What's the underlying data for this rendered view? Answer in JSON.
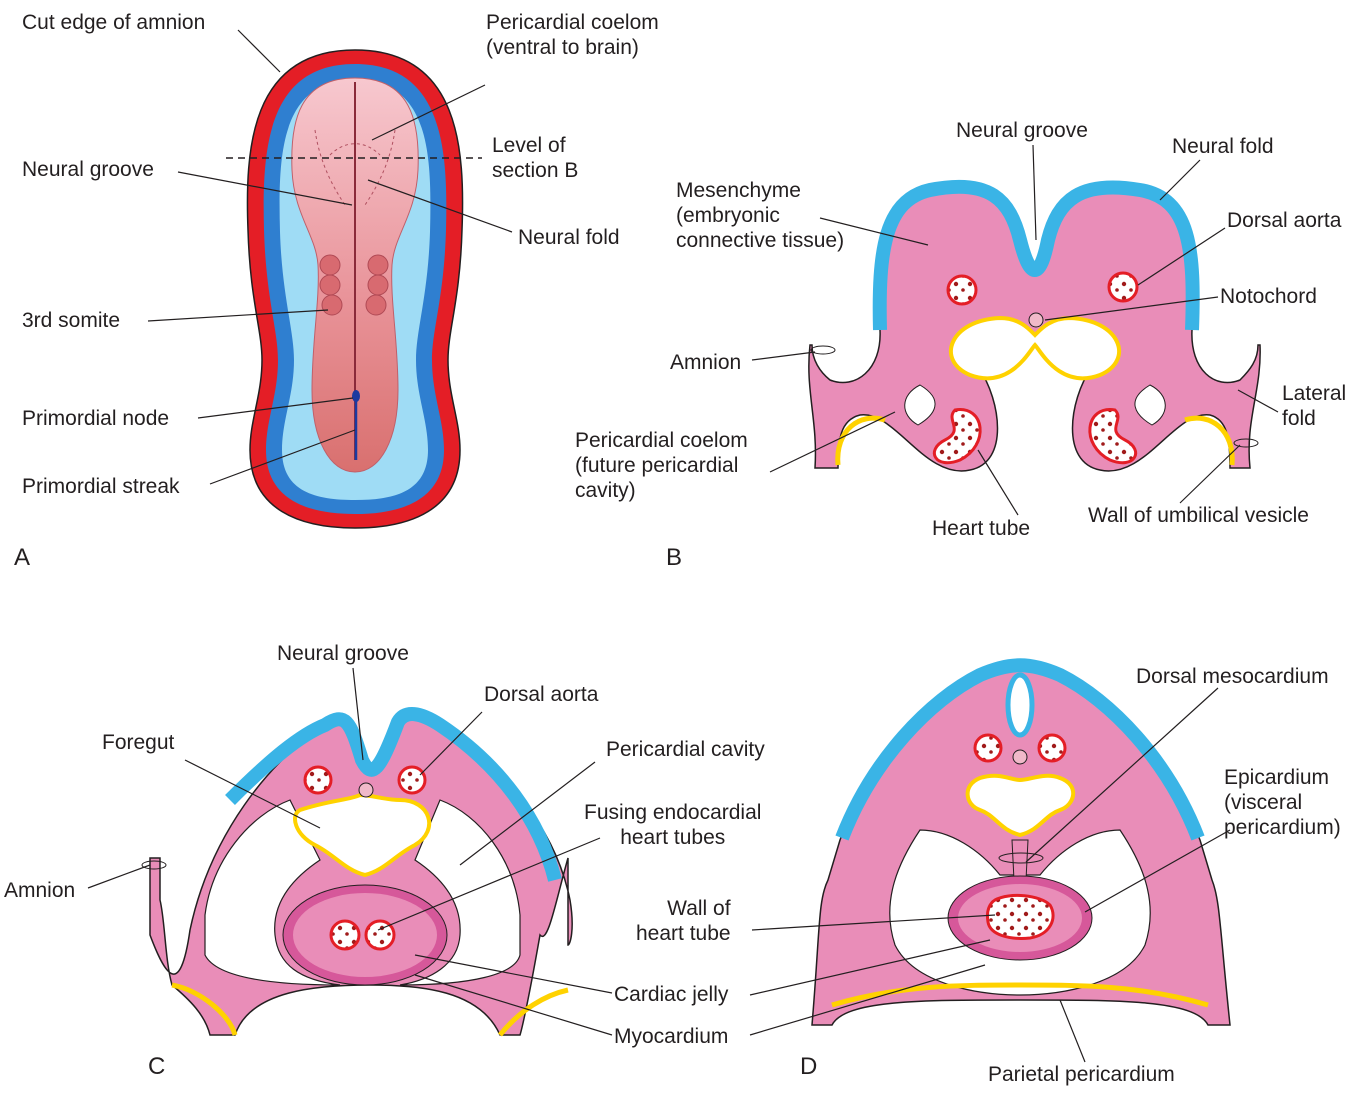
{
  "panels": {
    "a": "A",
    "b": "B",
    "c": "C",
    "d": "D"
  },
  "labels": {
    "a": {
      "cut_edge_amnion": "Cut edge of amnion",
      "pericardial_coelom": "Pericardial coelom\n(ventral to brain)",
      "level_section_b": "Level of\nsection B",
      "neural_groove": "Neural groove",
      "neural_fold": "Neural fold",
      "third_somite": "3rd somite",
      "primordial_node": "Primordial node",
      "primordial_streak": "Primordial streak"
    },
    "b": {
      "neural_groove": "Neural groove",
      "neural_fold": "Neural fold",
      "mesenchyme": "Mesenchyme\n(embryonic\nconnective tissue)",
      "dorsal_aorta": "Dorsal aorta",
      "notochord": "Notochord",
      "amnion": "Amnion",
      "lateral_fold": "Lateral\nfold",
      "pericardial_coelom": "Pericardial coelom\n(future pericardial\ncavity)",
      "heart_tube": "Heart tube",
      "wall_umbilical_vesicle": "Wall of umbilical vesicle"
    },
    "c": {
      "neural_groove": "Neural groove",
      "dorsal_aorta": "Dorsal aorta",
      "foregut": "Foregut",
      "pericardial_cavity": "Pericardial cavity",
      "fusing_tubes": "Fusing endocardial\nheart tubes",
      "amnion": "Amnion",
      "cardiac_jelly": "Cardiac jelly",
      "myocardium": "Myocardium"
    },
    "d": {
      "dorsal_mesocardium": "Dorsal mesocardium",
      "epicardium": "Epicardium\n(visceral\npericardium)",
      "wall_heart_tube": "Wall of\nheart tube",
      "parietal_pericardium": "Parietal pericardium"
    }
  },
  "colors": {
    "pink": "#e98db8",
    "pink_dark": "#d6589a",
    "blue": "#3ab4e6",
    "blue_light": "#9fdcf5",
    "red": "#e41e26",
    "yellow": "#ffd200",
    "outline": "#231f20"
  }
}
